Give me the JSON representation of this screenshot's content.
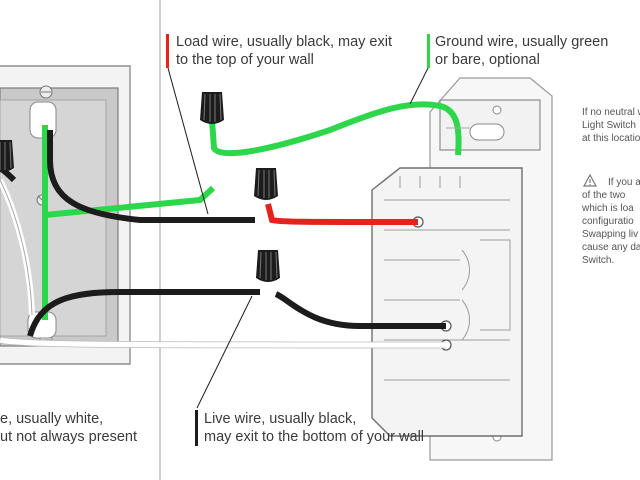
{
  "colors": {
    "load_wire": "#e3231c",
    "ground_wire": "#2dd64b",
    "live_wire": "#1c1c1c",
    "neutral_wire": "#ffffff",
    "wall_box": "#c9c9c9",
    "switch_body": "#f4f4f4"
  },
  "callouts": {
    "load": [
      "Load wire, usually black, may exit",
      "to the top of your wall"
    ],
    "ground": [
      "Ground wire, usually green",
      "or bare, optional"
    ],
    "live": [
      "Live wire, usually black,",
      "may exit to the bottom of your wall"
    ],
    "neutral": [
      "e, usually white,",
      "ut not always present"
    ]
  },
  "side_notes": {
    "neutral_note": [
      "If no neutral w",
      "Light Switch",
      "at this locatio"
    ],
    "warning_note": [
      "If you a",
      "of the two",
      "which is loa",
      "configuratio",
      "Swapping liv",
      "cause any da",
      "Switch."
    ]
  },
  "icons": {
    "warning": "warning-triangle-icon",
    "wire_nut": "wire-nut-icon"
  }
}
